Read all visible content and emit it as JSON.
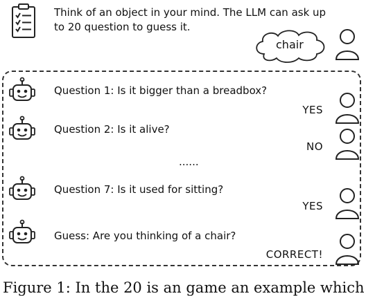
{
  "intro": {
    "text": "Think of an object in your mind. The LLM can ask up to 20 question to guess it.",
    "icon": "checklist-icon"
  },
  "cloud": {
    "word": "chair"
  },
  "dialogue": [
    {
      "speaker": "robot",
      "text": "Question 1: Is it bigger than a breadbox?",
      "answer": "YES"
    },
    {
      "speaker": "robot",
      "text": "Question 2: Is it alive?",
      "answer": "NO"
    },
    {
      "ellipsis": "......"
    },
    {
      "speaker": "robot",
      "text": "Question 7: Is it used for sitting?",
      "answer": "YES"
    },
    {
      "speaker": "robot",
      "text": "Guess: Are you thinking of a chair?",
      "answer": "CORRECT!"
    }
  ],
  "caption": {
    "text": "Figure 1: In the 20 is an game an example which"
  },
  "colors": {
    "stroke": "#222222",
    "frame": "#333333"
  },
  "icons": {
    "robot": "robot-icon",
    "person": "person-icon",
    "checklist": "checklist-icon"
  }
}
